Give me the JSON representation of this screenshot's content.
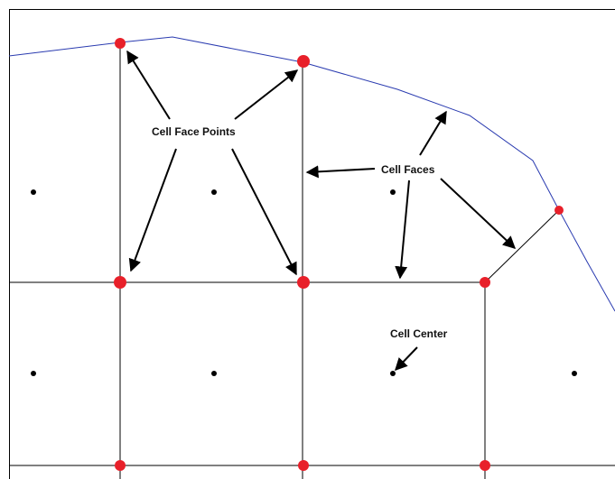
{
  "colors": {
    "boundary": "#2a3bb0",
    "grid": "#000000",
    "face_point": "#e8202a",
    "cell_center": "#000000",
    "arrow": "#000000"
  },
  "labels": {
    "cell_face_points": "Cell Face Points",
    "cell_faces": "Cell Faces",
    "cell_center": "Cell Center"
  }
}
